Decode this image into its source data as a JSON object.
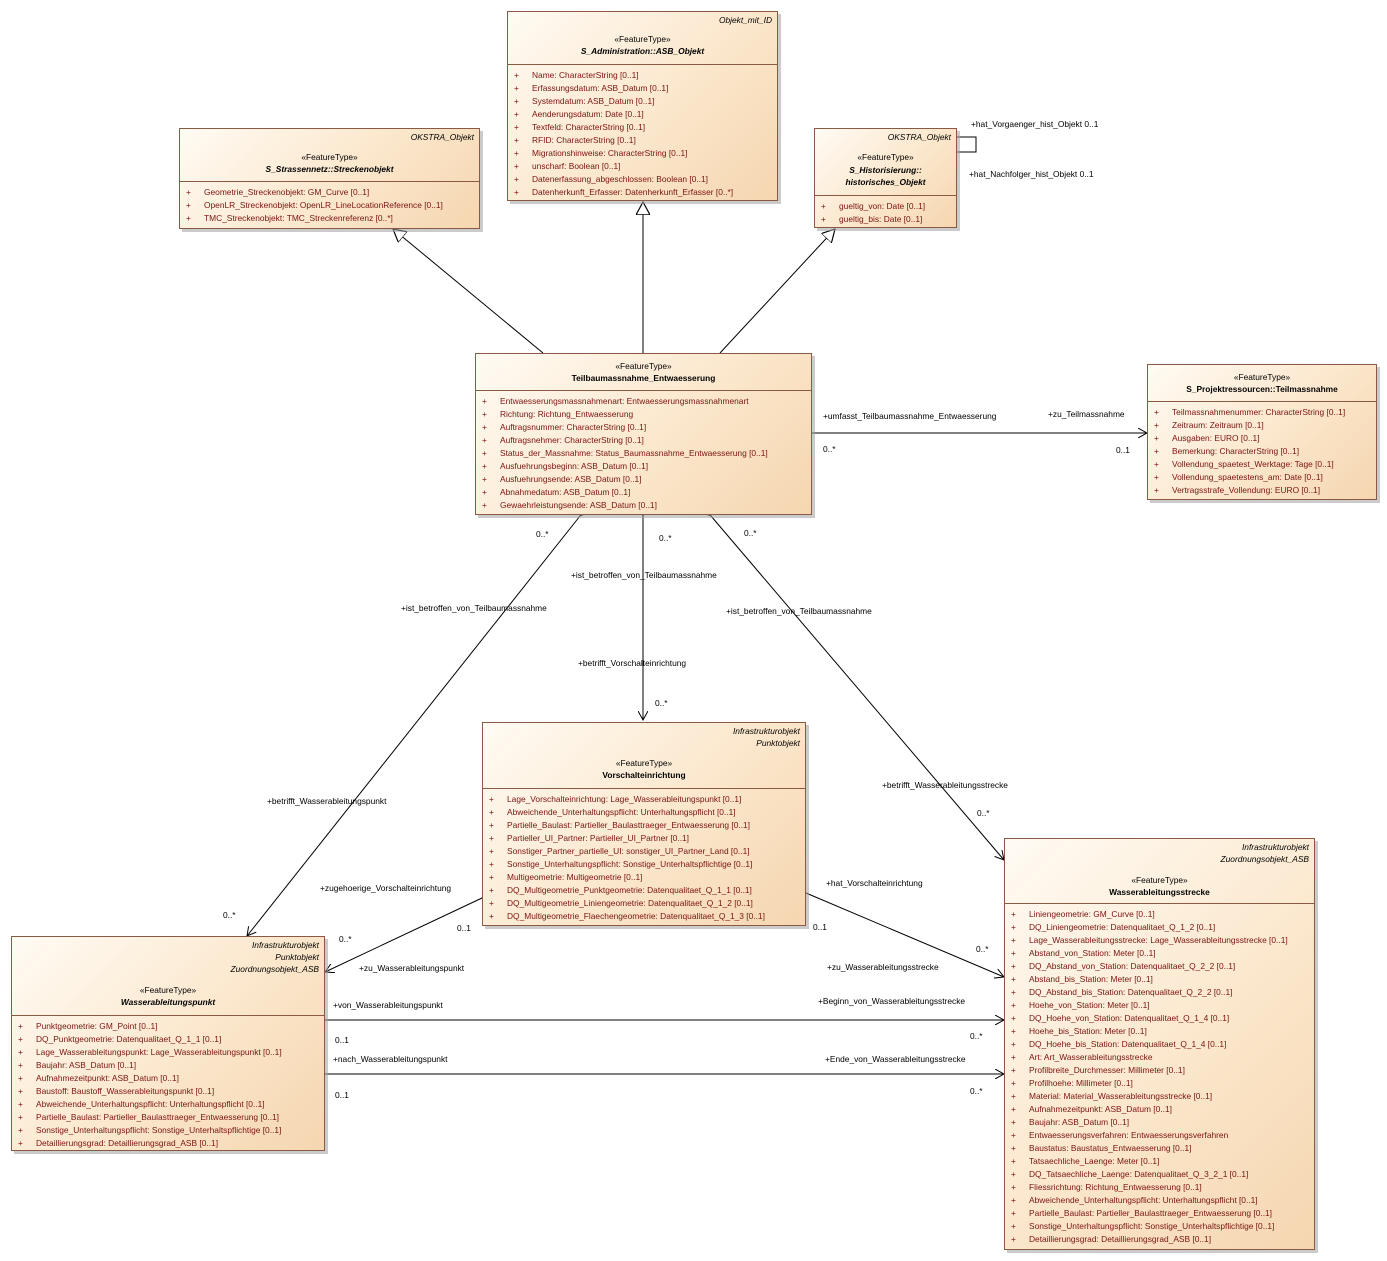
{
  "classes": {
    "asb_objekt": {
      "parent": [
        "Objekt_mit_ID"
      ],
      "stereotype": "«FeatureType»",
      "name": "S_Administration::ASB_Objekt",
      "name2": "",
      "italic": true,
      "attributes": [
        "Name: CharacterString [0..1]",
        "Erfassungsdatum: ASB_Datum [0..1]",
        "Systemdatum: ASB_Datum [0..1]",
        "Aenderungsdatum: Date [0..1]",
        "Textfeld: CharacterString [0..1]",
        "RFID: CharacterString [0..1]",
        "Migrationshinweise: CharacterString [0..1]",
        "unscharf: Boolean [0..1]",
        "Datenerfassung_abgeschlossen: Boolean [0..1]",
        "Datenherkunft_Erfasser: Datenherkunft_Erfasser [0..*]"
      ]
    },
    "streckenobjekt": {
      "parent": [
        "OKSTRA_Objekt"
      ],
      "stereotype": "«FeatureType»",
      "name": "S_Strassennetz::Streckenobjekt",
      "name2": "",
      "italic": true,
      "attributes": [
        "Geometrie_Streckenobjekt: GM_Curve [0..1]",
        "OpenLR_Streckenobjekt: OpenLR_LineLocationReference [0..1]",
        "TMC_Streckenobjekt: TMC_Streckenreferenz [0..*]"
      ]
    },
    "historisches_objekt": {
      "parent": [
        "OKSTRA_Objekt"
      ],
      "stereotype": "«FeatureType»",
      "name": "S_Historisierung::",
      "name2": "historisches_Objekt",
      "italic": true,
      "attributes": [
        "gueltig_von: Date [0..1]",
        "gueltig_bis: Date [0..1]"
      ]
    },
    "teilbaumassnahme": {
      "parent": [],
      "stereotype": "«FeatureType»",
      "name": "Teilbaumassnahme_Entwaesserung",
      "name2": "",
      "italic": false,
      "attributes": [
        "Entwaesserungsmassnahmenart: Entwaesserungsmassnahmenart",
        "Richtung: Richtung_Entwaesserung",
        "Auftragsnummer: CharacterString [0..1]",
        "Auftragsnehmer: CharacterString [0..1]",
        "Status_der_Massnahme: Status_Baumassnahme_Entwaesserung [0..1]",
        "Ausfuehrungsbeginn: ASB_Datum [0..1]",
        "Ausfuehrungsende: ASB_Datum [0..1]",
        "Abnahmedatum: ASB_Datum [0..1]",
        "Gewaehrleistungsende: ASB_Datum [0..1]"
      ]
    },
    "teilmassnahme": {
      "parent": [],
      "stereotype": "«FeatureType»",
      "name": "S_Projektressourcen::Teilmassnahme",
      "name2": "",
      "italic": false,
      "attributes": [
        "Teilmassnahmenummer: CharacterString [0..1]",
        "Zeitraum: Zeitraum [0..1]",
        "Ausgaben: EURO [0..1]",
        "Bemerkung: CharacterString [0..1]",
        "Vollendung_spaetest_Werktage: Tage [0..1]",
        "Vollendung_spaetestens_am: Date [0..1]",
        "Vertragsstrafe_Vollendung: EURO [0..1]"
      ]
    },
    "vorschalteinrichtung": {
      "parent": [
        "Infrastrukturobjekt",
        "Punktobjekt"
      ],
      "stereotype": "«FeatureType»",
      "name": "Vorschalteinrichtung",
      "name2": "",
      "italic": false,
      "attributes": [
        "Lage_Vorschalteinrichtung: Lage_Wasserableitungspunkt [0..1]",
        "Abweichende_Unterhaltungspflicht: Unterhaltungspflicht [0..1]",
        "Partielle_Baulast: Partieller_Baulasttraeger_Entwaesserung [0..1]",
        "Partieller_UI_Partner: Partieller_UI_Partner [0..1]",
        "Sonstiger_Partner_partielle_UI: sonstiger_UI_Partner_Land [0..1]",
        "Sonstige_Unterhaltungspflicht: Sonstige_Unterhaltspflichtige [0..1]",
        "Multigeometrie: Multigeometrie [0..1]",
        "DQ_Multigeometrie_Punktgeometrie: Datenqualitaet_Q_1_1 [0..1]",
        "DQ_Multigeometrie_Liniengeometrie: Datenqualitaet_Q_1_2 [0..1]",
        "DQ_Multigeometrie_Flaechengeometrie: Datenqualitaet_Q_1_3 [0..1]"
      ]
    },
    "wasserableitungspunkt": {
      "parent": [
        "Infrastrukturobjekt",
        "Punktobjekt",
        "Zuordnungsobjekt_ASB"
      ],
      "stereotype": "«FeatureType»",
      "name": "Wasserableitungspunkt",
      "name2": "",
      "italic": true,
      "attributes": [
        "Punktgeometrie: GM_Point [0..1]",
        "DQ_Punktgeometrie: Datenqualitaet_Q_1_1 [0..1]",
        "Lage_Wasserableitungspunkt: Lage_Wasserableitungspunkt [0..1]",
        "Baujahr: ASB_Datum [0..1]",
        "Aufnahmezeitpunkt: ASB_Datum [0..1]",
        "Baustoff: Baustoff_Wasserableitungspunkt [0..1]",
        "Abweichende_Unterhaltungspflicht: Unterhaltungspflicht [0..1]",
        "Partielle_Baulast: Partieller_Baulasttraeger_Entwaesserung [0..1]",
        "Sonstige_Unterhaltungspflicht: Sonstige_Unterhaltspflichtige [0..1]",
        "Detaillierungsgrad: Detaillierungsgrad_ASB [0..1]"
      ]
    },
    "wasserableitungsstrecke": {
      "parent": [
        "Infrastrukturobjekt",
        "Zuordnungsobjekt_ASB"
      ],
      "stereotype": "«FeatureType»",
      "name": "Wasserableitungsstrecke",
      "name2": "",
      "italic": false,
      "attributes": [
        "Liniengeometrie: GM_Curve [0..1]",
        "DQ_Liniengeometrie: Datenqualitaet_Q_1_2 [0..1]",
        "Lage_Wasserableitungsstrecke: Lage_Wasserableitungsstrecke [0..1]",
        "Abstand_von_Station: Meter [0..1]",
        "DQ_Abstand_von_Station: Datenqualitaet_Q_2_2 [0..1]",
        "Abstand_bis_Station: Meter [0..1]",
        "DQ_Abstand_bis_Station: Datenqualitaet_Q_2_2 [0..1]",
        "Hoehe_von_Station: Meter [0..1]",
        "DQ_Hoehe_von_Station: Datenqualitaet_Q_1_4 [0..1]",
        "Hoehe_bis_Station: Meter [0..1]",
        "DQ_Hoehe_bis_Station: Datenqualitaet_Q_1_4 [0..1]",
        "Art: Art_Wasserableitungsstrecke",
        "Profilbreite_Durchmesser: Millimeter [0..1]",
        "Profilhoehe: Millimeter [0..1]",
        "Material: Material_Wasserableitungsstrecke [0..1]",
        "Aufnahmezeitpunkt: ASB_Datum [0..1]",
        "Baujahr: ASB_Datum [0..1]",
        "Entwaesserungsverfahren: Entwaesserungsverfahren",
        "Baustatus: Baustatus_Entwaesserung [0..1]",
        "Tatsaechliche_Laenge: Meter [0..1]",
        "DQ_Tatsaechliche_Laenge: Datenqualitaet_Q_3_2_1 [0..1]",
        "Fliessrichtung: Richtung_Entwaesserung [0..1]",
        "Abweichende_Unterhaltungspflicht: Unterhaltungspflicht [0..1]",
        "Partielle_Baulast: Partieller_Baulasttraeger_Entwaesserung [0..1]",
        "Sonstige_Unterhaltungspflicht: Sonstige_Unterhaltspflichtige [0..1]",
        "Detaillierungsgrad: Detaillierungsgrad_ASB [0..1]"
      ]
    }
  },
  "labels": {
    "vorgaenger": "+hat_Vorgaenger_hist_Objekt 0..1",
    "nachfolger": "+hat_Nachfolger_hist_Objekt 0..1",
    "umfasst": "+umfasst_Teilbaumassnahme_Entwaesserung",
    "zu_teilmassnahme": "+zu_Teilmassnahme",
    "mult_umfasst": "0..*",
    "mult_zu_teilmassnahme": "0..1",
    "left_ist": "+ist_betroffen_von_Teilbaumassnahme",
    "left_mult_top": "0..*",
    "left_betrifft": "+betrifft_Wasserableitungspunkt",
    "left_mult_bot": "0..*",
    "mid_ist": "+ist_betroffen_von_Teilbaumassnahme",
    "mid_mult_top": "0..*",
    "mid_betrifft": "+betrifft_Vorschalteinrichtung",
    "mid_mult_bot": "0..*",
    "right_ist": "+ist_betroffen_von_Teilbaumassnahme",
    "right_mult_top": "0..*",
    "right_betrifft": "+betrifft_Wasserableitungsstrecke",
    "right_mult_bot": "0..*",
    "zugehoerige": "+zugehoerige_Vorschalteinrichtung",
    "zugehoerige_mult": "0..1",
    "zu_punkt": "+zu_Wasserableitungspunkt",
    "zu_punkt_mult": "0..*",
    "hat_vorschalt": "+hat_Vorschalteinrichtung",
    "hat_vorschalt_mult": "0..1",
    "zu_strecke": "+zu_Wasserableitungsstrecke",
    "zu_strecke_mult": "0..*",
    "von_punkt": "+von_Wasserableitungspunkt",
    "von_punkt_mult": "0..1",
    "beginn": "+Beginn_von_Wasserableitungsstrecke",
    "beginn_mult": "0..*",
    "nach_punkt": "+nach_Wasserableitungspunkt",
    "nach_punkt_mult": "0..1",
    "ende": "+Ende_von_Wasserableitungsstrecke",
    "ende_mult": "0..*"
  }
}
